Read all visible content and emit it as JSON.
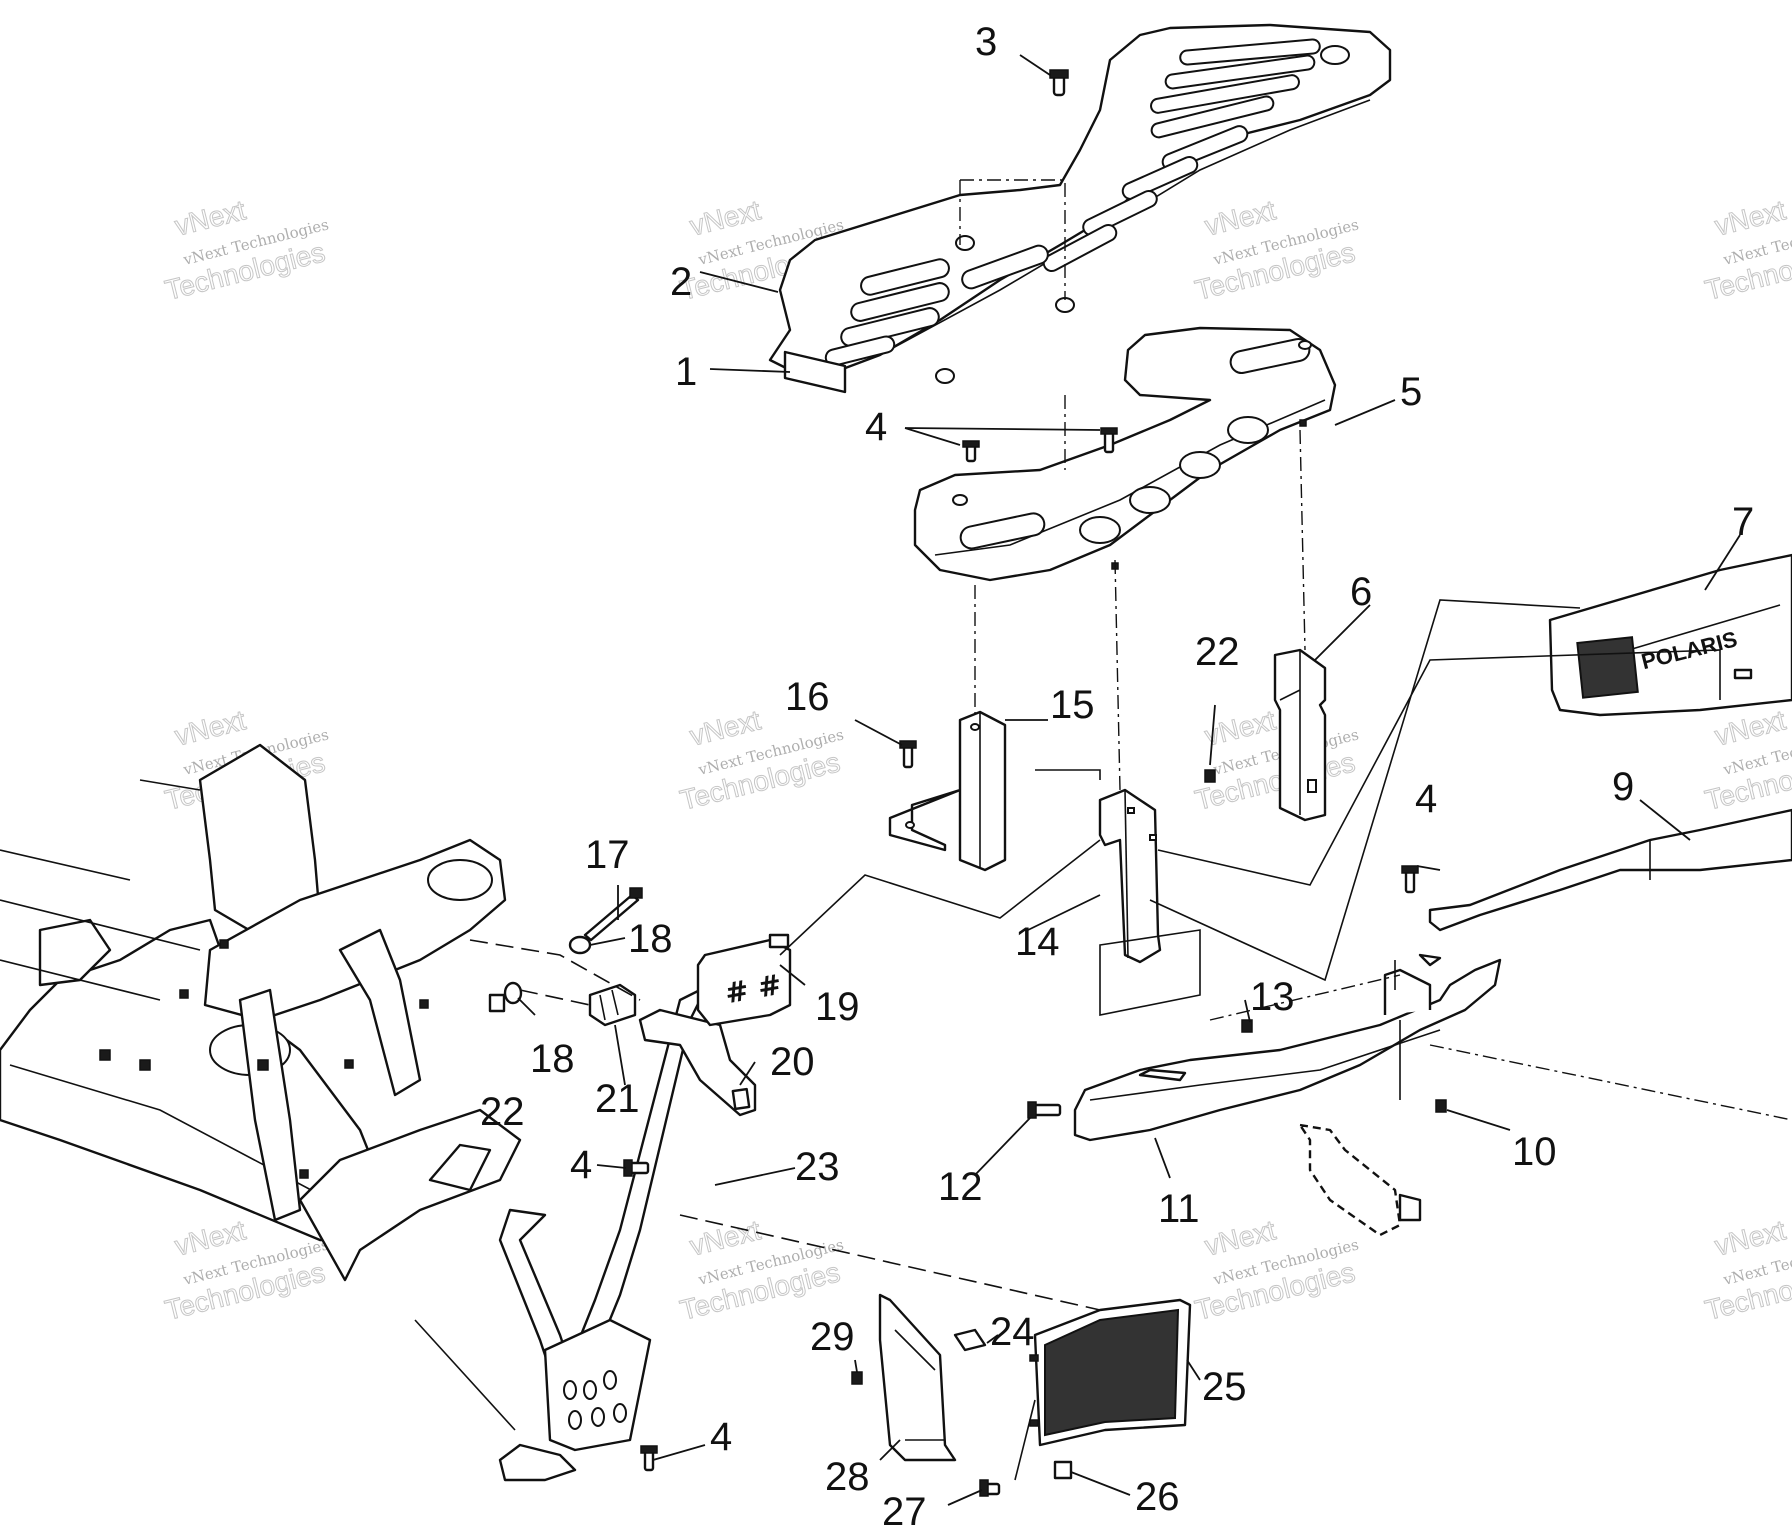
{
  "callouts": {
    "c1": "1",
    "c2": "2",
    "c3": "3",
    "c4a": "4",
    "c4b": "4",
    "c4c": "4",
    "c4d": "4",
    "c5": "5",
    "c6": "6",
    "c7": "7",
    "c9": "9",
    "c10": "10",
    "c11": "11",
    "c12": "12",
    "c13": "13",
    "c14": "14",
    "c15": "15",
    "c16": "16",
    "c17": "17",
    "c18a": "18",
    "c18b": "18",
    "c19": "19",
    "c20": "20",
    "c21": "21",
    "c22a": "22",
    "c22b": "22",
    "c23": "23",
    "c24": "24",
    "c25": "25",
    "c26": "26",
    "c27": "27",
    "c28": "28",
    "c29": "29"
  },
  "watermark": {
    "line1": "vNext Technologies",
    "line2": "Technologies",
    "line0": "vNext"
  },
  "grille_logo": "POLARIS",
  "light_marks": "# #"
}
